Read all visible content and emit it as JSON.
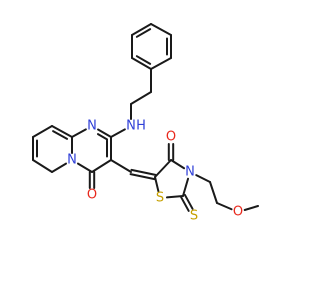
{
  "molecule": {
    "colors": {
      "bond": "#1a1a1a",
      "N": "#3040d8",
      "O": "#e8281c",
      "S": "#c6a000",
      "C": "#1a1a1a",
      "background": "#ffffff"
    },
    "atom_labels": [
      {
        "id": "N_amine",
        "text": "N",
        "suffix": "H",
        "element": "N"
      },
      {
        "id": "N_ring_top",
        "text": "N",
        "element": "N"
      },
      {
        "id": "N_bridge",
        "text": "N",
        "element": "N"
      },
      {
        "id": "O_pyrimidinone",
        "text": "O",
        "element": "O"
      },
      {
        "id": "O_thiazolidinone",
        "text": "O",
        "element": "O"
      },
      {
        "id": "N_thiazolidinone",
        "text": "N",
        "element": "N"
      },
      {
        "id": "S_ring",
        "text": "S",
        "element": "S"
      },
      {
        "id": "S_thione",
        "text": "S",
        "element": "S"
      },
      {
        "id": "O_methoxy",
        "text": "O",
        "element": "O"
      }
    ]
  }
}
